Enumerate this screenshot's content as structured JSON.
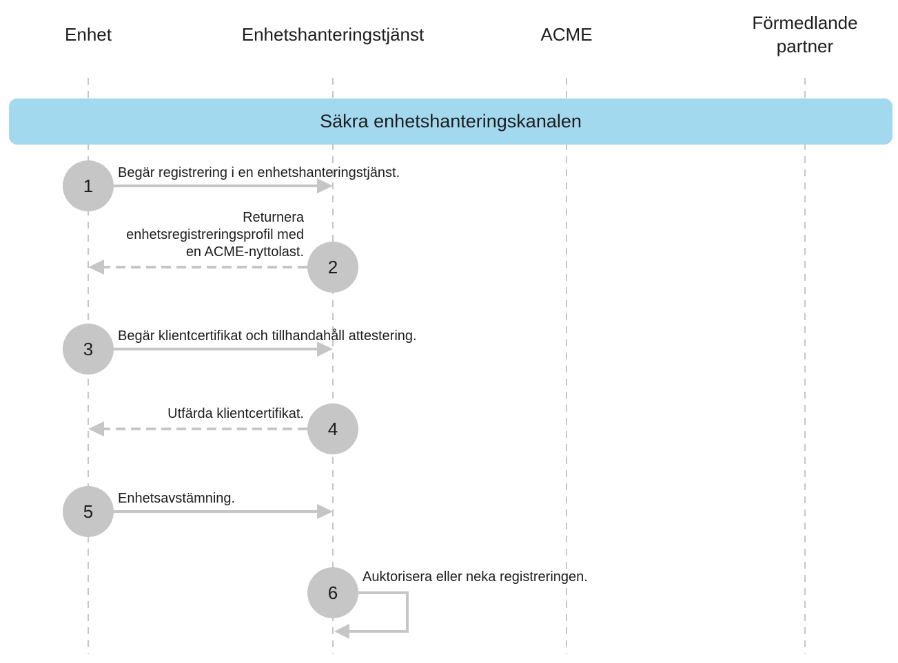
{
  "lanes": [
    {
      "id": "device",
      "label_lines": [
        "Enhet"
      ]
    },
    {
      "id": "mdm",
      "label_lines": [
        "Enhetshanteringstjänst"
      ]
    },
    {
      "id": "acme",
      "label_lines": [
        "ACME"
      ]
    },
    {
      "id": "partner",
      "label_lines": [
        "Förmedlande",
        "partner"
      ]
    }
  ],
  "channel": {
    "label": "Säkra enhetshanteringskanalen",
    "color": "#a3d9ef"
  },
  "steps": [
    {
      "number": "1",
      "label_lines": [
        "Begär registrering i en enhetshanteringstjänst."
      ],
      "from": "device",
      "to": "mdm",
      "dashed": false
    },
    {
      "number": "2",
      "label_lines": [
        "Returnera",
        "enhetsregistreringsprofil med",
        "en ACME-nyttolast."
      ],
      "from": "mdm",
      "to": "device",
      "dashed": true
    },
    {
      "number": "3",
      "label_lines": [
        "Begär klientcertifikat och tillhandahåll attestering."
      ],
      "from": "device",
      "to": "mdm",
      "dashed": false
    },
    {
      "number": "4",
      "label_lines": [
        "Utfärda klientcertifikat."
      ],
      "from": "mdm",
      "to": "device",
      "dashed": true
    },
    {
      "number": "5",
      "label_lines": [
        "Enhetsavstämning."
      ],
      "from": "device",
      "to": "mdm",
      "dashed": false
    },
    {
      "number": "6",
      "label_lines": [
        "Auktorisera eller neka registreringen."
      ],
      "from": "mdm",
      "to": "mdm",
      "dashed": false
    }
  ],
  "colors": {
    "arrow": "#c6c6c6",
    "circle": "#c6c6c6",
    "lifeline": "#a8a8a8",
    "text": "#1d1d1f"
  }
}
